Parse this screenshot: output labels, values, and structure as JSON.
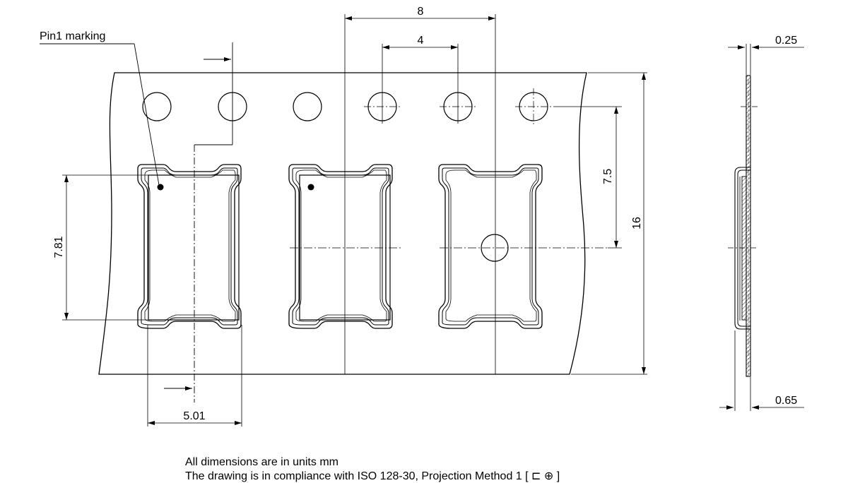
{
  "labels": {
    "pin1_marking": "Pin1 marking",
    "pitch_8": "8",
    "pitch_4": "4",
    "row_7_5": "7.5",
    "width_16": "16",
    "height_7_81": "7.81",
    "width_5_01": "5.01",
    "thick_0_25": "0.25",
    "thick_0_65": "0.65"
  },
  "notes": {
    "units": "All dimensions are in units mm",
    "compliance": "The drawing is in compliance with ISO 128-30, Projection Method 1 [ ⊏ ⊕ ]"
  }
}
